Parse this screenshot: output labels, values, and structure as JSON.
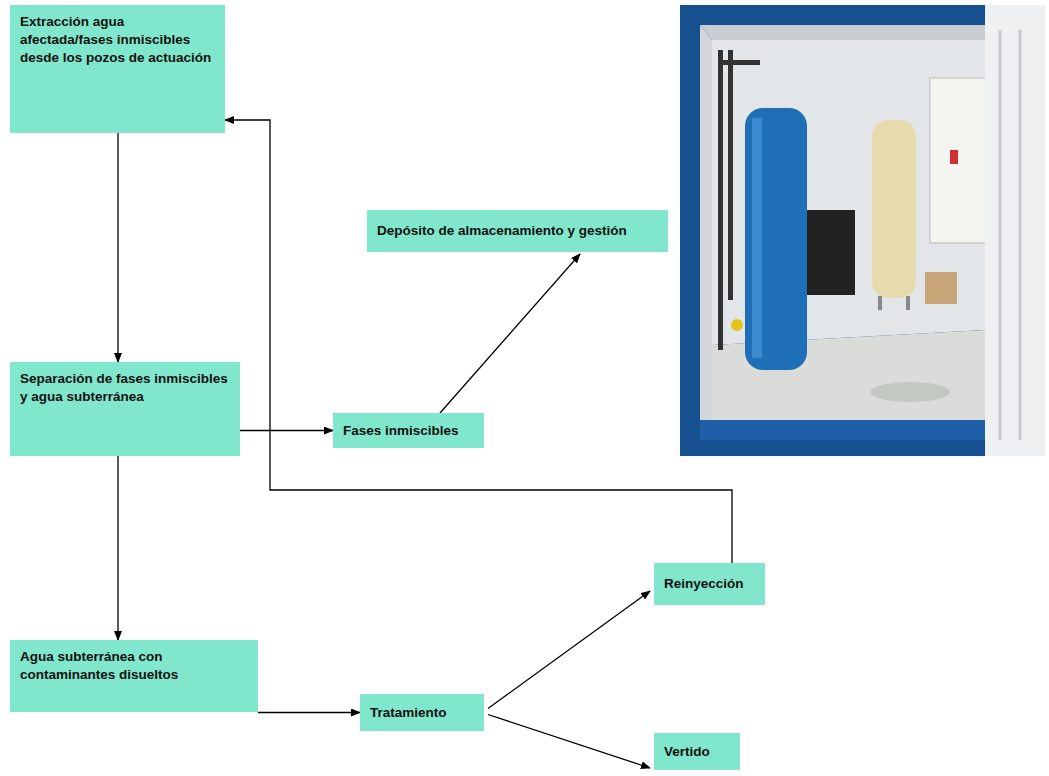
{
  "diagram": {
    "nodes": [
      {
        "text": [
          "Extracción agua afectada/fases inmiscibles desde los pozos de actuación"
        ]
      },
      {
        "text": [
          "Depósito de almacenamiento y gestión"
        ]
      },
      {
        "text": [
          "Separación de fases inmiscibles y agua subterránea"
        ]
      },
      {
        "text": [
          "Fases inmiscibles"
        ]
      },
      {
        "text": [
          "Reinyección"
        ]
      },
      {
        "text": [
          "Agua subterránea con contaminantes disueltos"
        ]
      },
      {
        "text": [
          "Tratamiento"
        ]
      },
      {
        "text": [
          "Vertido"
        ]
      }
    ],
    "edges": [
      {
        "from": 0,
        "to": 2,
        "arrow": "to"
      },
      {
        "from": 2,
        "to": 3,
        "arrow": "to"
      },
      {
        "from": 3,
        "to": 1,
        "arrow": "to"
      },
      {
        "from": 2,
        "to": 5,
        "arrow": "to"
      },
      {
        "from": 5,
        "to": 6,
        "arrow": "to"
      },
      {
        "from": 6,
        "to": 4,
        "arrow": "to"
      },
      {
        "from": 6,
        "to": 7,
        "arrow": "to"
      },
      {
        "from": 4,
        "to": 0,
        "arrow": "to"
      }
    ]
  }
}
